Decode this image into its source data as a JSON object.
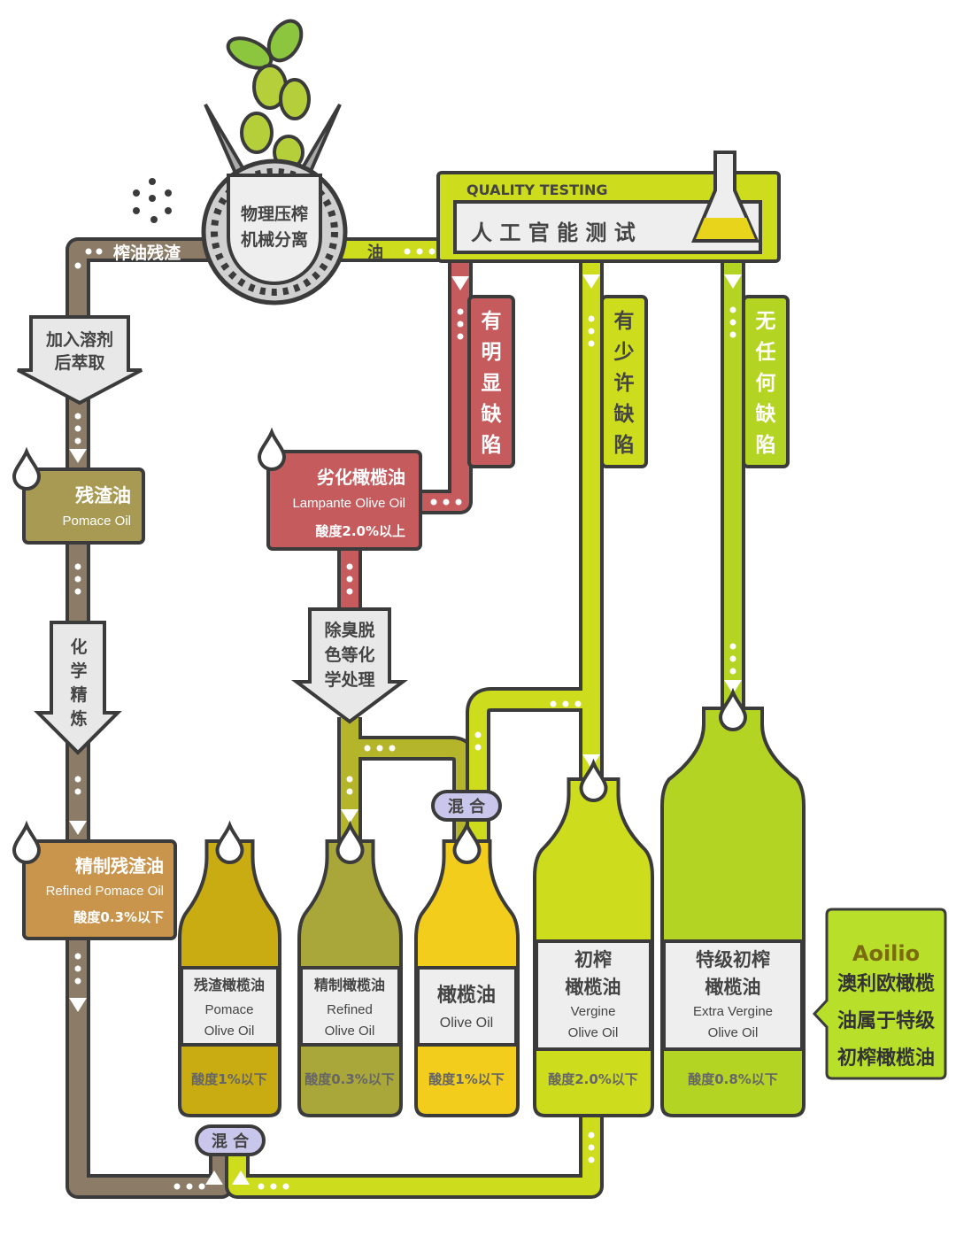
{
  "colors": {
    "outline": "#3b3b3b",
    "pomace_pipe": "#8c7b66",
    "pomace_box": "#a89a52",
    "refined_pomace_box": "#c9944c",
    "lampante": "#c65b5e",
    "quality": "#cddc1c",
    "green": "#b4d424",
    "mix_badge": "#c9c6ec",
    "callout": "#b8e02a"
  },
  "press": {
    "line1": "物理压榨",
    "line2": "机械分离"
  },
  "pomace_pipe_label": "榨油残渣",
  "oil_pipe_label": "油",
  "quality_testing": {
    "title": "QUALITY TESTING",
    "subtitle": "人 工 官 能 测 试"
  },
  "defects": {
    "obvious": [
      "有",
      "明",
      "显",
      "缺",
      "陷"
    ],
    "slight": [
      "有",
      "少",
      "许",
      "缺",
      "陷"
    ],
    "none": [
      "无",
      "任",
      "何",
      "缺",
      "陷"
    ]
  },
  "extraction_arrow": {
    "line1": "加入溶剂",
    "line2": "后萃取"
  },
  "pomace_oil": {
    "cn": "残渣油",
    "en": "Pomace Oil"
  },
  "chemical_refining": [
    "化",
    "学",
    "精",
    "炼"
  ],
  "refined_pomace_oil": {
    "cn": "精制残渣油",
    "en": "Refined Pomace Oil",
    "acidity": "酸度0.3%以下"
  },
  "lampante_oil": {
    "cn": "劣化橄榄油",
    "en": "Lampante Olive Oil",
    "acidity": "酸度2.0%以上"
  },
  "deodorize_arrow": {
    "line1": "除臭脱",
    "line2": "色等化",
    "line3": "学处理"
  },
  "mix_label": "混 合",
  "bottles": [
    {
      "cn": "残渣橄榄油",
      "en1": "Pomace",
      "en2": "Olive Oil",
      "acidity": "酸度1%以下"
    },
    {
      "cn": "精制橄榄油",
      "en1": "Refined",
      "en2": "Olive Oil",
      "acidity": "酸度0.3%以下"
    },
    {
      "cn": "橄榄油",
      "en1": "Olive Oil",
      "en2": "",
      "acidity": "酸度1%以下"
    },
    {
      "cn1": "初榨",
      "cn2": "橄榄油",
      "en1": "Vergine",
      "en2": "Olive Oil",
      "acidity": "酸度2.0%以下"
    },
    {
      "cn1": "特级初榨",
      "cn2": "橄榄油",
      "en1": "Extra Vergine",
      "en2": "Olive Oil",
      "acidity": "酸度0.8%以下"
    }
  ],
  "callout": {
    "brand": "Aoilio",
    "line1": "澳利欧橄榄",
    "line2": "油属于特级",
    "line3": "初榨橄榄油"
  }
}
